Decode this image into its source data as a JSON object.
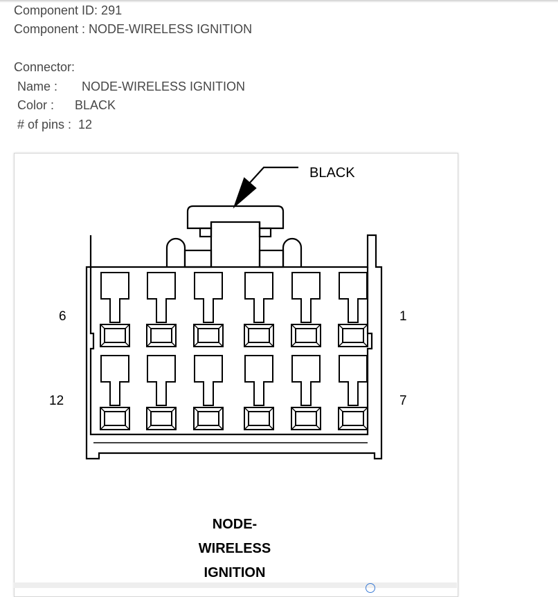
{
  "component": {
    "id_line": "Component ID: 291",
    "name_line": "Component : NODE-WIRELESS IGNITION"
  },
  "connector": {
    "heading": "Connector:",
    "name_line": " Name :       NODE-WIRELESS IGNITION",
    "color_line": " Color :      BLACK",
    "pins_line": " # of pins :  12"
  },
  "diagram": {
    "color_callout": "BLACK",
    "pin_labels": {
      "top_left": "6",
      "top_right": "1",
      "bottom_left": "12",
      "bottom_right": "7"
    },
    "caption_lines": [
      "NODE-",
      "WIRELESS",
      "IGNITION"
    ]
  },
  "icons": {
    "info": "info-icon"
  }
}
